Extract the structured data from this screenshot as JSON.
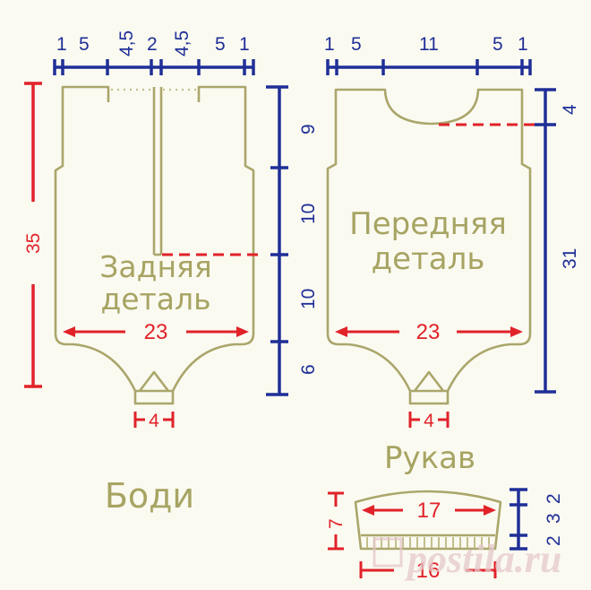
{
  "title": "Боди",
  "colors": {
    "outline": "#aaa66b",
    "blue": "#1f2f97",
    "red": "#e12229",
    "background": "#fbfaf1"
  },
  "back": {
    "label_line1": "Задняя",
    "label_line2": "деталь",
    "top_widths": [
      "1",
      "5",
      "4,5",
      "2",
      "4,5",
      "5",
      "1"
    ],
    "right_heights": [
      "9",
      "10",
      "10",
      "6"
    ],
    "left_height": "35",
    "width": "23",
    "crotch": "4"
  },
  "front": {
    "label_line1": "Передняя",
    "label_line2": "деталь",
    "top_widths": [
      "1",
      "5",
      "11",
      "5",
      "1"
    ],
    "neck_depth": "4",
    "right_height": "31",
    "width": "23",
    "crotch": "4"
  },
  "sleeve": {
    "label": "Рукав",
    "width_top": "17",
    "width_bottom": "16",
    "left_height": "7",
    "right_heights": [
      "2",
      "3",
      "2"
    ]
  },
  "watermark": "postila.ru"
}
